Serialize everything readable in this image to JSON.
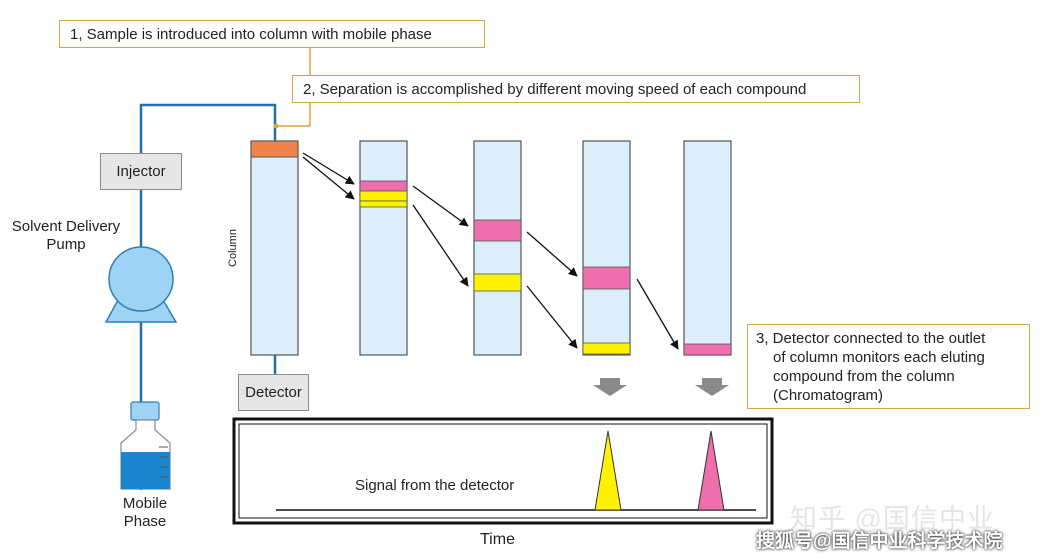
{
  "notes": {
    "step1": "1, Sample is introduced into column with mobile phase",
    "step2": "2, Separation is accomplished by different moving speed of each compound",
    "step3_line1": "3, Detector connected to the outlet",
    "step3_line2": "of column monitors each eluting compound from the column (Chromatogram)"
  },
  "components": {
    "injector": "Injector",
    "pump": "Solvent Delivery Pump",
    "mobile_phase": "Mobile Phase",
    "column": "Column",
    "detector": "Detector"
  },
  "signal": {
    "label": "Signal from the detector",
    "axis_label": "Time"
  },
  "watermark": {
    "line1": "知乎 @国信中业",
    "line2": "搜狐号@国信中业科学技术院"
  },
  "colors": {
    "pipe": "#1f6fa8",
    "column_fill": "#ddeefb",
    "column_border": "#555555",
    "sample_band": "#f0834a",
    "pink_band": "#ee6fac",
    "yellow_band": "#fff200",
    "note_border": "#d9a640",
    "down_arrow": "#8a8a8a"
  }
}
